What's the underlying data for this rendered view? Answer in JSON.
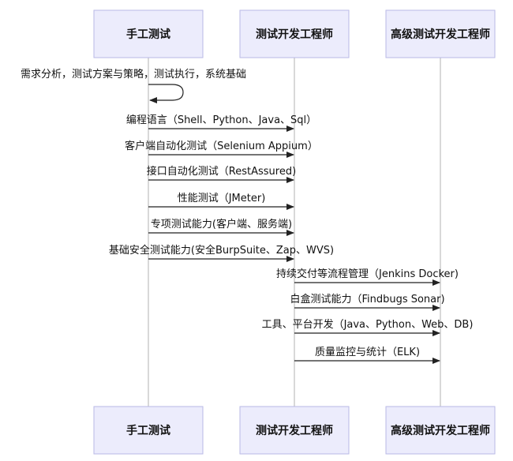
{
  "actors": [
    {
      "id": "manual",
      "label": "手工测试"
    },
    {
      "id": "sdet",
      "label": "测试开发工程师"
    },
    {
      "id": "senior",
      "label": "高级测试开发工程师"
    }
  ],
  "messages": [
    {
      "from": "manual",
      "to": "manual",
      "label": "需求分析，测试方案与策略，测试执行，系统基础"
    },
    {
      "from": "manual",
      "to": "sdet",
      "label": "编程语言（Shell、Python、Java、Sql）"
    },
    {
      "from": "manual",
      "to": "sdet",
      "label": "客户端自动化测试（Selenium Appium）"
    },
    {
      "from": "manual",
      "to": "sdet",
      "label": "接口自动化测试（RestAssured)"
    },
    {
      "from": "manual",
      "to": "sdet",
      "label": "性能测试（JMeter)"
    },
    {
      "from": "manual",
      "to": "sdet",
      "label": "专项测试能力(客户端、服务端)"
    },
    {
      "from": "manual",
      "to": "sdet",
      "label": "基础安全测试能力(安全BurpSuite、Zap、WVS)"
    },
    {
      "from": "sdet",
      "to": "senior",
      "label": "持续交付等流程管理（Jenkins Docker)"
    },
    {
      "from": "sdet",
      "to": "senior",
      "label": "白盒测试能力（Findbugs Sonar)"
    },
    {
      "from": "sdet",
      "to": "senior",
      "label": "工具、平台开发（Java、Python、Web、DB)"
    },
    {
      "from": "sdet",
      "to": "senior",
      "label": "质量监控与统计（ELK)"
    }
  ]
}
